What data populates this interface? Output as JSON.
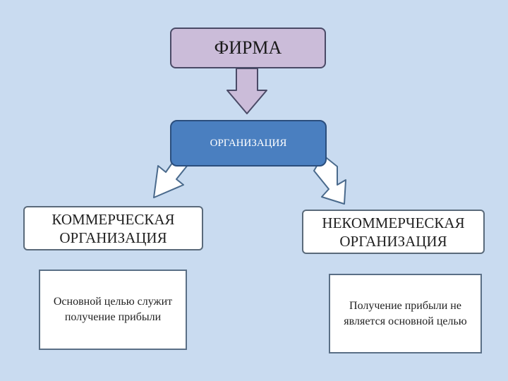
{
  "diagram": {
    "firm_label": "ФИРМА",
    "organization_label": "ОРГАНИЗАЦИЯ",
    "commercial_label": "КОММЕРЧЕСКАЯ ОРГАНИЗАЦИЯ",
    "noncommercial_label": "НЕКОММЕРЧЕСКАЯ ОРГАНИЗАЦИЯ",
    "commercial_goal": "Основной целью служит получение прибыли",
    "noncommercial_goal": "Получение прибыли не является основной целью"
  },
  "colors": {
    "background": "#c9dbf0",
    "firm_fill": "#cbbcd9",
    "organization_fill": "#4a7fc0",
    "down_arrow_fill": "#cbbcd9",
    "side_arrow_fill": "#ffffff"
  }
}
